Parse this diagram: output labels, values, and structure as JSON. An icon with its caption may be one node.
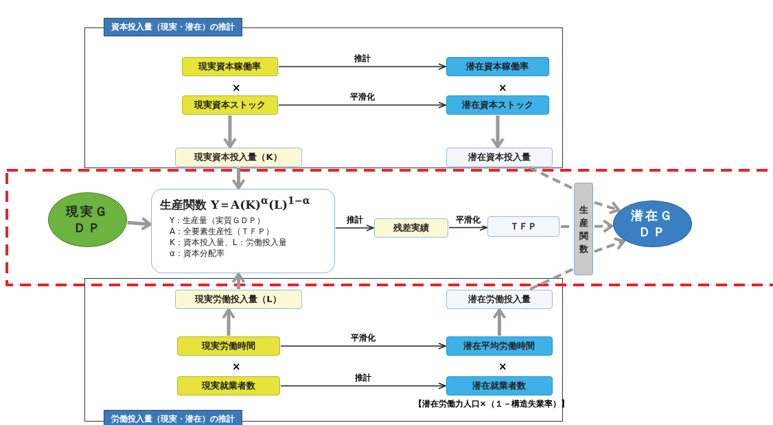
{
  "diagram": {
    "nodes": [
      {
        "text": [
          "資本投入量（現実・潜在）の推計"
        ]
      },
      {
        "text": [
          "現実資本稼働率"
        ],
        "in": 0
      },
      {
        "text": [
          "潜在資本稼働率"
        ],
        "in": 0
      },
      {
        "text": [
          "現実資本ストック"
        ],
        "in": 0
      },
      {
        "text": [
          "潜在資本ストック"
        ],
        "in": 0
      },
      {
        "text": [
          "現実資本投入量（K）"
        ],
        "in": 0
      },
      {
        "text": [
          "潜在資本投入量"
        ],
        "in": 0
      },
      {
        "text": [
          "現実ＧＤＰ"
        ]
      },
      {
        "text": [
          "生産関数 Y＝A(K)$^{α}$(L)$^{1−α}$",
          "Y：生産量（実質ＧＤＰ）",
          "A：全要素生産性（ＴＦＰ）",
          "K：資本投入量、L：労働投入量",
          "α：資本分配率"
        ]
      },
      {
        "text": [
          "残差実績"
        ]
      },
      {
        "text": [
          "ＴＦＰ"
        ]
      },
      {
        "text": [
          "生産関数"
        ]
      },
      {
        "text": [
          "潜在ＧＤＰ"
        ]
      },
      {
        "text": [
          "労働投入量（現実・潜在）の推計"
        ]
      },
      {
        "text": [
          "現実労働投入量（L）"
        ],
        "in": 13
      },
      {
        "text": [
          "潜在労働投入量"
        ],
        "in": 13
      },
      {
        "text": [
          "現実労働時間"
        ],
        "in": 13
      },
      {
        "text": [
          "潜在平均労働時間"
        ],
        "in": 13
      },
      {
        "text": [
          "現実就業者数"
        ],
        "in": 13
      },
      {
        "text": [
          "潜在就業者数"
        ],
        "in": 13,
        "beside": [
          "【潜在労働力人口×（１－構造失業率）】"
        ]
      }
    ],
    "edges": [
      {
        "from": 1,
        "to": 2,
        "arrow": "to",
        "label": "推計",
        "color": "#222222"
      },
      {
        "from": 3,
        "to": 4,
        "arrow": "to",
        "label": "平滑化",
        "color": "#222222"
      },
      {
        "from": 3,
        "to": 5,
        "arrow": "to"
      },
      {
        "from": 4,
        "to": 6,
        "arrow": "to"
      },
      {
        "from": 5,
        "to": 8,
        "arrow": "to"
      },
      {
        "from": 7,
        "to": 8,
        "arrow": "to"
      },
      {
        "from": 8,
        "to": 9,
        "arrow": "to",
        "label": "推計",
        "color": "#222222"
      },
      {
        "from": 9,
        "to": 10,
        "arrow": "to",
        "label": "平滑化",
        "color": "#222222"
      },
      {
        "from": 6,
        "to": 11,
        "arrow": "none",
        "style": "dashed"
      },
      {
        "from": 10,
        "to": 11,
        "arrow": "none",
        "style": "dashed"
      },
      {
        "from": 15,
        "to": 11,
        "arrow": "none",
        "style": "dashed"
      },
      {
        "from": 14,
        "to": 8,
        "arrow": "to"
      },
      {
        "from": 16,
        "to": 14,
        "arrow": "to"
      },
      {
        "from": 17,
        "to": 15,
        "arrow": "to"
      },
      {
        "from": 16,
        "to": 17,
        "arrow": "to",
        "label": "平滑化",
        "color": "#222222"
      },
      {
        "from": 18,
        "to": 19,
        "arrow": "to",
        "label": "推計",
        "color": "#222222"
      },
      {
        "from": 11,
        "to": 12,
        "arrow": "to",
        "style": "dashed"
      },
      {
        "from": 11,
        "to": 12,
        "arrow": "to",
        "style": "dashed"
      },
      {
        "from": 11,
        "to": 12,
        "arrow": "to",
        "style": "dashed"
      }
    ],
    "labels": [
      "×",
      "×",
      "×",
      "×"
    ]
  }
}
